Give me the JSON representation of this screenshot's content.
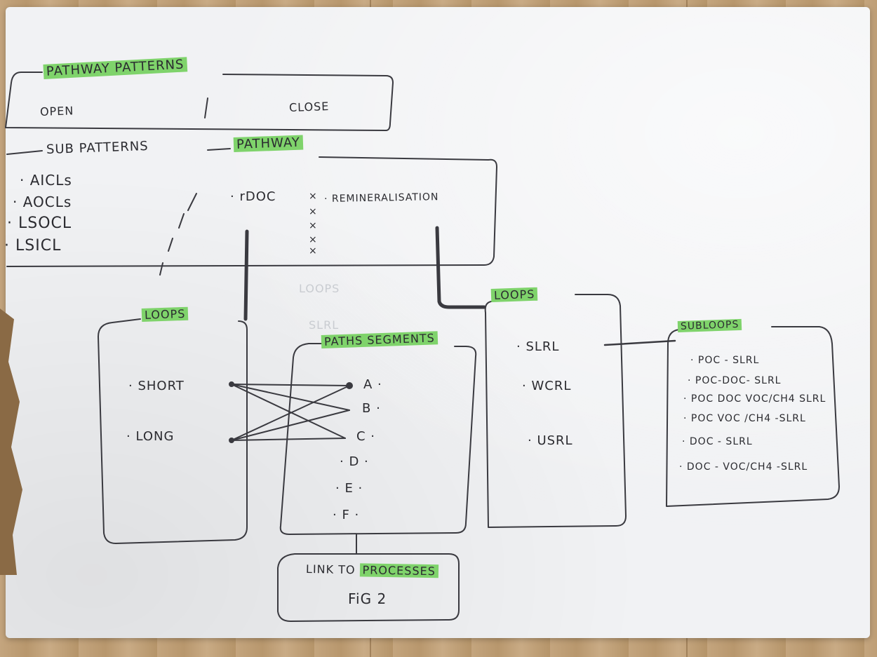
{
  "pathway_patterns": {
    "title": "PATHWAY PATTERNS",
    "open": "OPEN",
    "close": "CLOSE"
  },
  "sub_patterns": {
    "title": "SUB PATTERNS",
    "pathway_tag": "PATHWAY",
    "items": [
      "AICLs",
      "AOCLs",
      "LSOCL",
      "LSICL"
    ],
    "rdoc": "rDOC",
    "remineralisation": "REMINERALISATION",
    "crosses": [
      "×",
      "×",
      "×",
      "×",
      "×"
    ]
  },
  "loops_left": {
    "title": "LOOPS",
    "items": [
      "SHORT",
      "LONG"
    ]
  },
  "paths_segments": {
    "title": "PATHS SEGMENTS",
    "items": [
      "A",
      "B",
      "C",
      "D",
      "E",
      "F"
    ]
  },
  "link": {
    "prefix": "LINK TO",
    "highlight": "PROCESSES",
    "figure": "FiG 2"
  },
  "loops_right": {
    "title": "LOOPS",
    "items": [
      "SLRL",
      "WCRL",
      "USRL"
    ]
  },
  "subloops": {
    "title": "SUBLOOPS",
    "items": [
      "POC - SLRL",
      "POC-DOC- SLRL",
      "POC DOC VOC/CH4 SLRL",
      "POC VOC /CH4 -SLRL",
      "DOC - SLRL",
      "DOC - VOC/CH4 -SLRL"
    ]
  },
  "faint_text": [
    "LOOPS",
    "SLRL"
  ],
  "colors": {
    "highlighter": "#7fd36b",
    "ink": "#2b2b30",
    "paper": "#f1f2f4"
  }
}
